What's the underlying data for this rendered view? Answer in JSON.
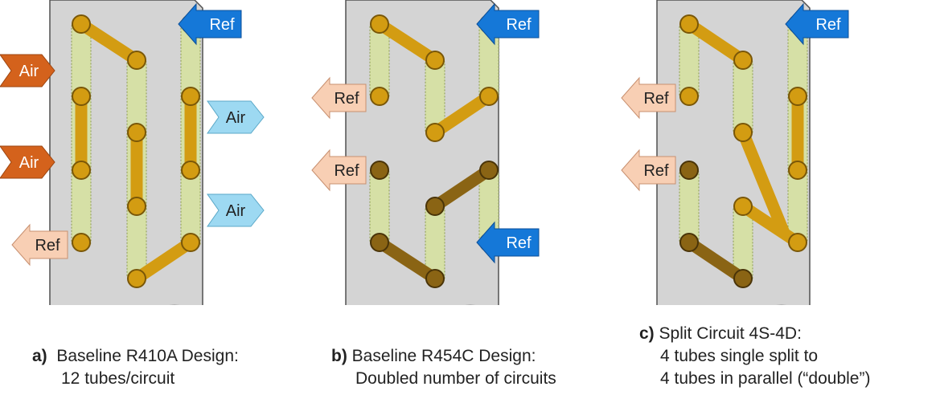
{
  "colors": {
    "panel_fill": "#d4d4d4",
    "panel_stroke": "#505050",
    "passage_fill": "#d6e0a6",
    "tube_gold": "#d39c12",
    "tube_gold_edge": "#7a5708",
    "tube_dark": "#8a6414",
    "tube_dark_edge": "#4a3408",
    "air_in": "#d4621c",
    "air_out": "#9dd9f2",
    "ref_out": "#f8cfb4",
    "ref_in": "#1578d8"
  },
  "arrow_labels": {
    "air": "Air",
    "ref": "Ref"
  },
  "panels": [
    {
      "id": "a",
      "caption_label": "a)",
      "caption_lines": [
        "Baseline R410A Design:",
        "12 tubes/circuit"
      ]
    },
    {
      "id": "b",
      "caption_label": "b)",
      "caption_lines": [
        "Baseline R454C Design:",
        "Doubled number of circuits"
      ]
    },
    {
      "id": "c",
      "caption_label": "c)",
      "caption_lines": [
        "Split Circuit 4S-4D:",
        "4 tubes single split to",
        "4 tubes in parallel (“double”)"
      ]
    }
  ]
}
